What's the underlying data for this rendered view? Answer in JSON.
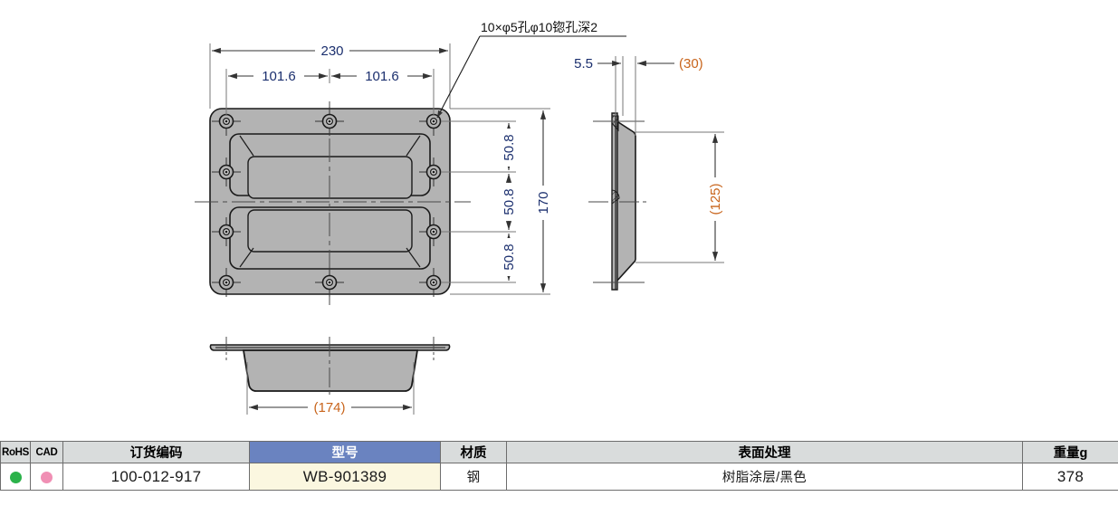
{
  "drawing": {
    "title_note": "10×φ5孔φ10锪孔深2",
    "front_view": {
      "overall_width": "230",
      "hole_pitch_left": "101.6",
      "hole_pitch_right": "101.6",
      "overall_height": "170",
      "vertical_pitch_1": "50.8",
      "vertical_pitch_2": "50.8",
      "vertical_pitch_3": "50.8"
    },
    "side_view": {
      "flange_thickness": "5.5",
      "depth": "(30)",
      "inner_height": "(125)"
    },
    "bottom_view": {
      "pocket_width": "(174)"
    },
    "colors": {
      "body_fill": "#b3b3b3",
      "outline": "#1a1a1a",
      "dimension_text": "#1b2f6e",
      "reference_text": "#c8641b"
    }
  },
  "spec_table": {
    "headers": [
      "RoHS",
      "CAD",
      "订货编码",
      "型号",
      "材质",
      "表面处理",
      "重量g"
    ],
    "row": {
      "rohs": "●",
      "cad": "●",
      "order_code": "100-012-917",
      "model": "WB-901389",
      "material": "钢",
      "surface_finish": "树脂涂层/黑色",
      "weight": "378"
    },
    "colors": {
      "header_bg": "#d9dcdc",
      "model_header_bg": "#6a83c0",
      "model_cell_bg": "#fbf7e0",
      "rohs_dot": "#2bb24a",
      "cad_dot": "#f08fb4"
    }
  }
}
